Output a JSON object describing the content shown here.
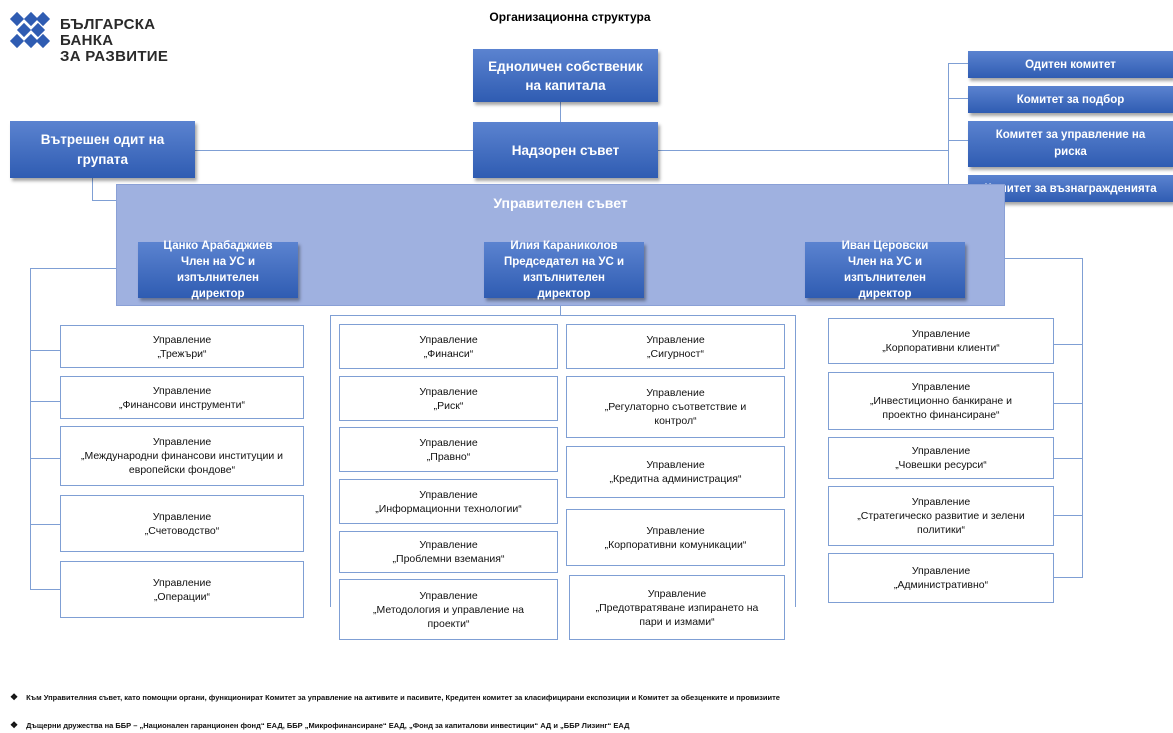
{
  "logo": {
    "line1": "БЪЛГАРСКА БАНКА",
    "line2": "ЗА РАЗВИТИЕ",
    "mark_color": "#2f5cb2"
  },
  "title": "Организационна структура",
  "owner": "Едноличен собственик\nна капитала",
  "supervisory_board": "Надзорен съвет",
  "internal_audit": "Вътрешен одит на\nгрупата",
  "committees": [
    "Одитен комитет",
    "Комитет за подбор",
    "Комитет за управление на\nриска",
    "Комитет за възнагражденията"
  ],
  "management_board": {
    "title": "Управителен съвет",
    "members": [
      "Цанко Арабаджиев\nЧлен на УС  и\nизпълнителен\nдиректор",
      "Илия Караниколов\nПредседател на УС  и\nизпълнителен\nдиректор",
      "Иван Церовски\nЧлен на УС  и\nизпълнителен\nдиректор"
    ]
  },
  "departments": {
    "col1": [
      "Управление\n„Трежъри“",
      "Управление\n„Финансови инструменти“",
      "Управление\n„Международни финансови институции и\nевропейски фондове“",
      "Управление\n„Счетоводство“",
      "Управление\n„Операции“"
    ],
    "col2": [
      "Управление\n„Финанси“",
      "Управление\n„Риск“",
      "Управление\n„Правно“",
      "Управление\n„Информационни технологии“",
      "Управление\n„Проблемни вземания“",
      "Управление\n„Методология и управление на\nпроекти“"
    ],
    "col3": [
      "Управление\n„Сигурност“",
      "Управление\n„Регулаторно съответствие и\nконтрол“",
      "Управление\n„Кредитна администрация“",
      "Управление\n„Корпоративни комуникации“",
      "Управление\n„Предотвратяване изпирането на\nпари и измами“"
    ],
    "col4": [
      "Управление\n„Корпоративни клиенти“",
      "Управление\n„Инвестиционно банкиране и\nпроектно финансиране“",
      "Управление\n„Човешки ресурси“",
      "Управление\n„Стратегическо развитие и зелени\nполитики“",
      "Управление\n„Административно“"
    ]
  },
  "notes": [
    "Към Управителния съвет, като помощни органи, функционират Комитет за управление на активите и пасивите, Кредитен комитет за класифицирани експозиции и Комитет за обезценките и провизиите",
    "Дъщерни дружества на ББР – „Национален гаранционен фонд“ ЕАД, ББР „Микрофинансиране“ ЕАД, „Фонд за капиталови инвестиции“ АД и „ББР Лизинг“ ЕАД"
  ],
  "note_bullet": "❖"
}
